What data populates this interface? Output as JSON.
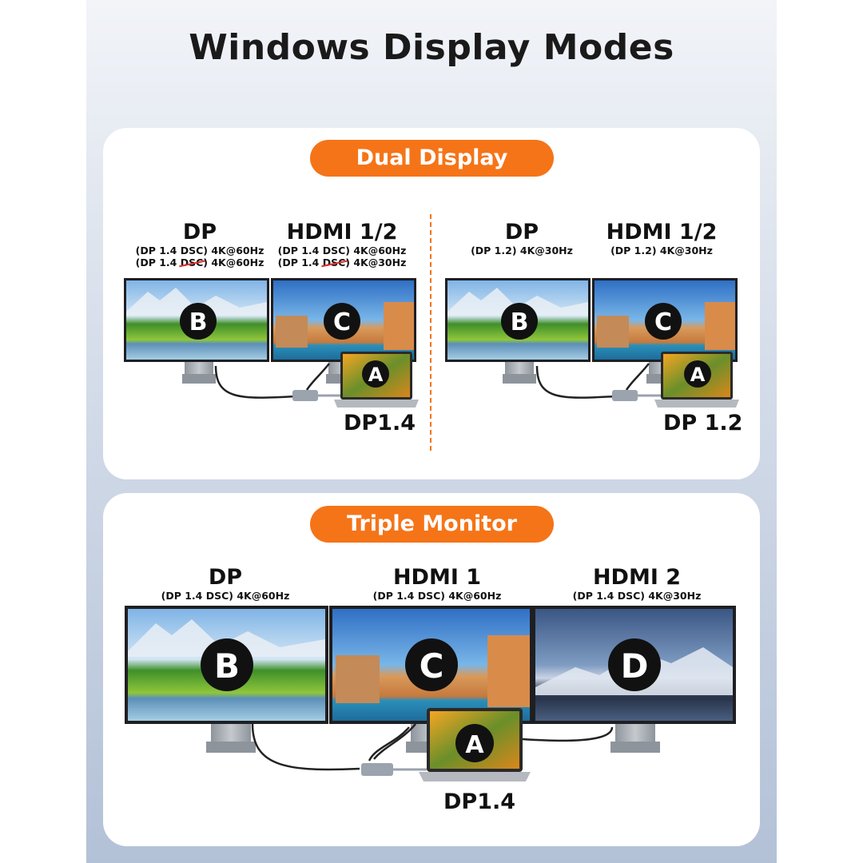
{
  "title": "Windows Display Modes",
  "dual": {
    "heading": "Dual Display",
    "left": {
      "dp": {
        "name": "DP",
        "line1": "(DP 1.4 DSC) 4K@60Hz",
        "line2a": "(DP 1.4 ",
        "line2strike": "DSC",
        "line2b": ") 4K@60Hz"
      },
      "hdmi": {
        "name": "HDMI 1/2",
        "line1": "(DP 1.4 DSC) 4K@60Hz",
        "line2a": "(DP 1.4 ",
        "line2strike": "DSC",
        "line2b": ") 4K@30Hz"
      },
      "port": "DP1.4"
    },
    "right": {
      "dp": {
        "name": "DP",
        "line1": "(DP 1.2) 4K@30Hz"
      },
      "hdmi": {
        "name": "HDMI 1/2",
        "line1": "(DP 1.2) 4K@30Hz"
      },
      "port": "DP 1.2"
    }
  },
  "triple": {
    "heading": "Triple Monitor",
    "dp": {
      "name": "DP",
      "line1": "(DP 1.4 DSC) 4K@60Hz"
    },
    "hdmi1": {
      "name": "HDMI 1",
      "line1": "(DP 1.4 DSC) 4K@60Hz"
    },
    "hdmi2": {
      "name": "HDMI 2",
      "line1": "(DP 1.4 DSC) 4K@30Hz"
    },
    "port": "DP1.4"
  },
  "badges": {
    "a": "A",
    "b": "B",
    "c": "C",
    "d": "D"
  },
  "colors": {
    "accent": "#f57418",
    "badge": "#111111",
    "divider": "#f57418"
  }
}
